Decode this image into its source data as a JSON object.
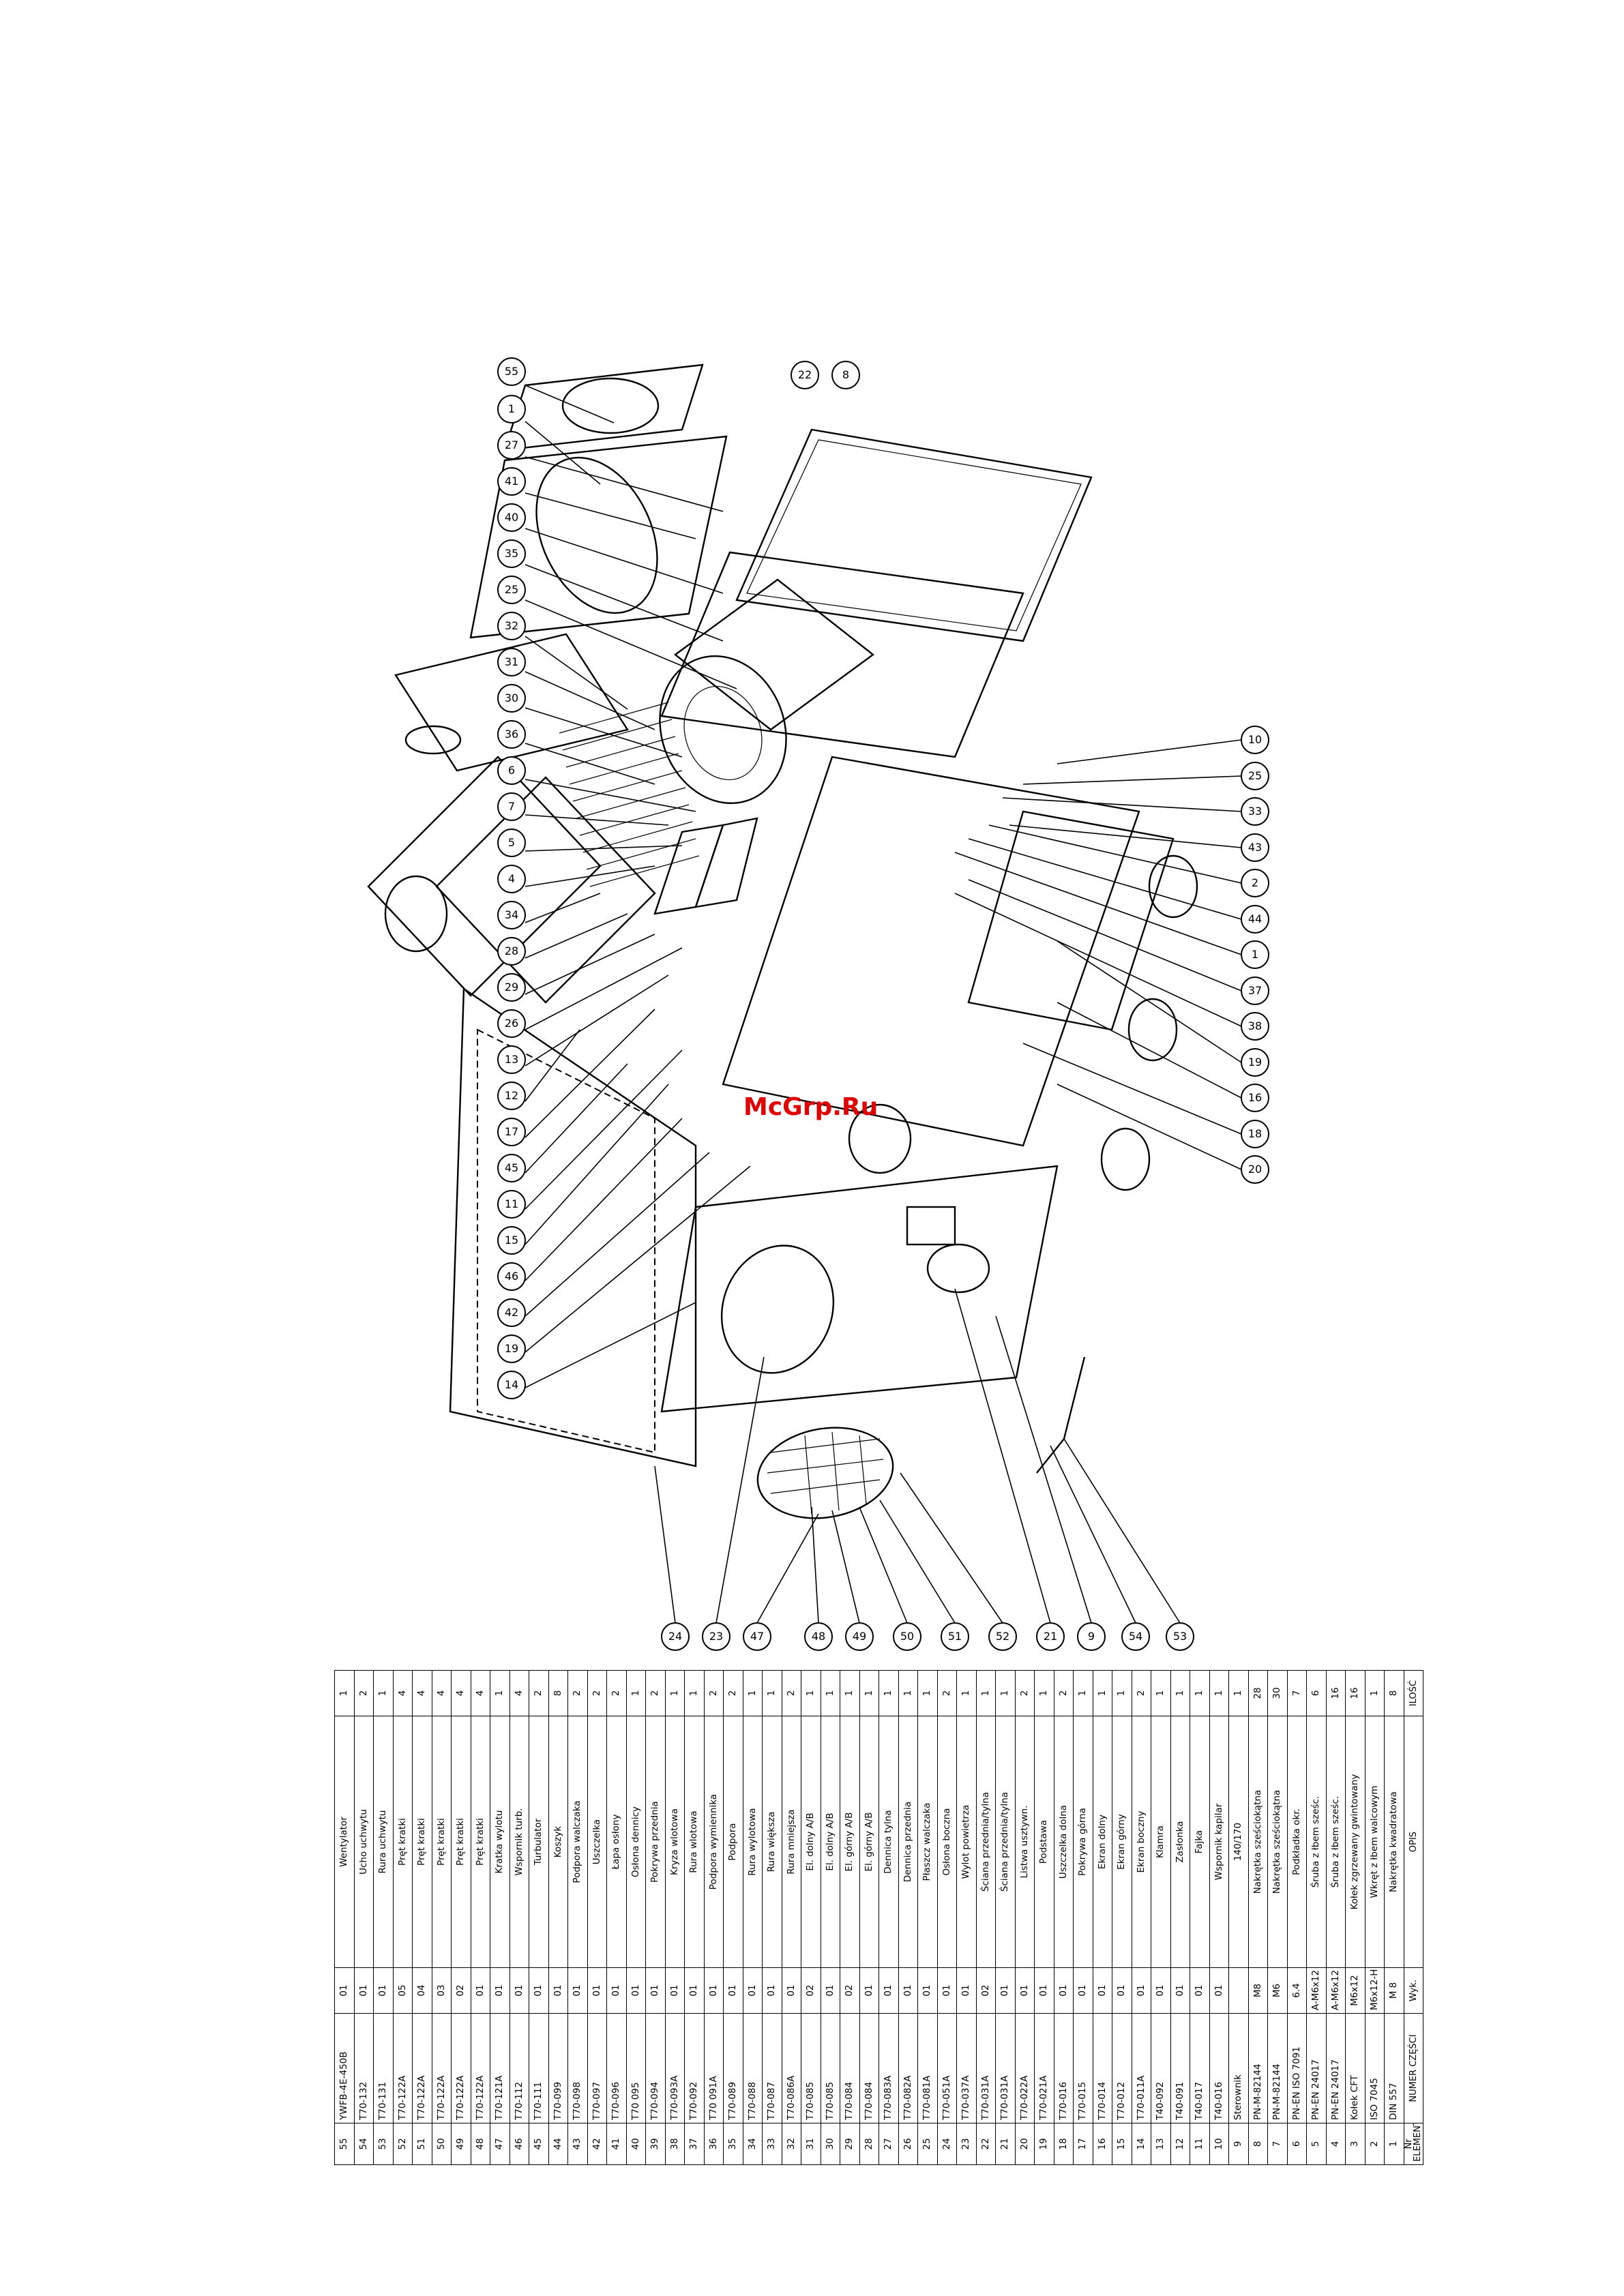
{
  "watermark": "McGrp.Ru",
  "callouts_left": [
    "55",
    "1",
    "27",
    "41",
    "40",
    "35",
    "25",
    "32",
    "31",
    "30",
    "36",
    "6",
    "7",
    "5",
    "4",
    "34",
    "28",
    "29",
    "26",
    "13",
    "12",
    "17",
    "45",
    "11",
    "15",
    "46",
    "42",
    "19",
    "14"
  ],
  "callouts_top_right": [
    "22",
    "8"
  ],
  "callouts_right": [
    "10",
    "25",
    "33",
    "43",
    "2",
    "44",
    "1",
    "37",
    "38",
    "19",
    "16",
    "18",
    "20"
  ],
  "callouts_bottom": [
    "24",
    "23",
    "47",
    "48",
    "49",
    "50",
    "51",
    "52",
    "21",
    "9",
    "54",
    "53"
  ],
  "table": {
    "headers": {
      "nr": "Nr ELEMENTU",
      "numer": "NUMER CZĘŚCI",
      "wyk": "Wyk.",
      "opis": "OPIS",
      "ilosc": "ILOŚĆ"
    },
    "rows": [
      {
        "nr": "55",
        "numer": "YWFB-4E-450B",
        "wyk": "01",
        "opis": "Wentylator",
        "ilosc": "1"
      },
      {
        "nr": "54",
        "numer": "T70-132",
        "wyk": "01",
        "opis": "Ucho uchwytu",
        "ilosc": "2"
      },
      {
        "nr": "53",
        "numer": "T70-131",
        "wyk": "01",
        "opis": "Rura uchwytu",
        "ilosc": "1"
      },
      {
        "nr": "52",
        "numer": "T70-122A",
        "wyk": "05",
        "opis": "Pręt kratki",
        "ilosc": "4"
      },
      {
        "nr": "51",
        "numer": "T70-122A",
        "wyk": "04",
        "opis": "Pręt kratki",
        "ilosc": "4"
      },
      {
        "nr": "50",
        "numer": "T70-122A",
        "wyk": "03",
        "opis": "Pręt kratki",
        "ilosc": "4"
      },
      {
        "nr": "49",
        "numer": "T70-122A",
        "wyk": "02",
        "opis": "Pręt kratki",
        "ilosc": "4"
      },
      {
        "nr": "48",
        "numer": "T70-122A",
        "wyk": "01",
        "opis": "Pręt kratki",
        "ilosc": "4"
      },
      {
        "nr": "47",
        "numer": "T70-121A",
        "wyk": "01",
        "opis": "Kratka wylotu",
        "ilosc": "1"
      },
      {
        "nr": "46",
        "numer": "T70-112",
        "wyk": "01",
        "opis": "Wspornik turb.",
        "ilosc": "4"
      },
      {
        "nr": "45",
        "numer": "T70-111",
        "wyk": "01",
        "opis": "Turbulator",
        "ilosc": "2"
      },
      {
        "nr": "44",
        "numer": "T70-099",
        "wyk": "01",
        "opis": "Koszyk",
        "ilosc": "8"
      },
      {
        "nr": "43",
        "numer": "T70-098",
        "wyk": "01",
        "opis": "Podpora walczaka",
        "ilosc": "2"
      },
      {
        "nr": "42",
        "numer": "T70-097",
        "wyk": "01",
        "opis": "Uszczelka",
        "ilosc": "2"
      },
      {
        "nr": "41",
        "numer": "T70-096",
        "wyk": "01",
        "opis": "Łapa osłony",
        "ilosc": "2"
      },
      {
        "nr": "40",
        "numer": "T70 095",
        "wyk": "01",
        "opis": "Osłona dennicy",
        "ilosc": "1"
      },
      {
        "nr": "39",
        "numer": "T70-094",
        "wyk": "01",
        "opis": "Pokrywa przednia",
        "ilosc": "2"
      },
      {
        "nr": "38",
        "numer": "T70-093A",
        "wyk": "01",
        "opis": "Kryza wlotowa",
        "ilosc": "1"
      },
      {
        "nr": "37",
        "numer": "T70-092",
        "wyk": "01",
        "opis": "Rura wlotowa",
        "ilosc": "1"
      },
      {
        "nr": "36",
        "numer": "T70 091A",
        "wyk": "01",
        "opis": "Podpora wymiennika",
        "ilosc": "2"
      },
      {
        "nr": "35",
        "numer": "T70-089",
        "wyk": "01",
        "opis": "Podpora",
        "ilosc": "2"
      },
      {
        "nr": "34",
        "numer": "T70-088",
        "wyk": "01",
        "opis": "Rura wylotowa",
        "ilosc": "1"
      },
      {
        "nr": "33",
        "numer": "T70-087",
        "wyk": "01",
        "opis": "Rura większa",
        "ilosc": "1"
      },
      {
        "nr": "32",
        "numer": "T70-086A",
        "wyk": "01",
        "opis": "Rura mniejsza",
        "ilosc": "2"
      },
      {
        "nr": "31",
        "numer": "T70-085",
        "wyk": "02",
        "opis": "El. dolny A/B",
        "ilosc": "1"
      },
      {
        "nr": "30",
        "numer": "T70-085",
        "wyk": "01",
        "opis": "El. dolny A/B",
        "ilosc": "1"
      },
      {
        "nr": "29",
        "numer": "T70-084",
        "wyk": "02",
        "opis": "El. górny A/B",
        "ilosc": "1"
      },
      {
        "nr": "28",
        "numer": "T70-084",
        "wyk": "01",
        "opis": "El. górny A/B",
        "ilosc": "1"
      },
      {
        "nr": "27",
        "numer": "T70-083A",
        "wyk": "01",
        "opis": "Dennica tylna",
        "ilosc": "1"
      },
      {
        "nr": "26",
        "numer": "T70-082A",
        "wyk": "01",
        "opis": "Dennica przednia",
        "ilosc": "1"
      },
      {
        "nr": "25",
        "numer": "T70-081A",
        "wyk": "01",
        "opis": "Płaszcz walczaka",
        "ilosc": "1"
      },
      {
        "nr": "24",
        "numer": "T70-051A",
        "wyk": "01",
        "opis": "Osłona boczna",
        "ilosc": "2"
      },
      {
        "nr": "23",
        "numer": "T70-037A",
        "wyk": "01",
        "opis": "Wylot powietrza",
        "ilosc": "1"
      },
      {
        "nr": "22",
        "numer": "T70-031A",
        "wyk": "02",
        "opis": "Ściana przednia/tylna",
        "ilosc": "1"
      },
      {
        "nr": "21",
        "numer": "T70-031A",
        "wyk": "01",
        "opis": "Ściana przednia/tylna",
        "ilosc": "1"
      },
      {
        "nr": "20",
        "numer": "T70-022A",
        "wyk": "01",
        "opis": "Listwa usztywn.",
        "ilosc": "2"
      },
      {
        "nr": "19",
        "numer": "T70-021A",
        "wyk": "01",
        "opis": "Podstawa",
        "ilosc": "1"
      },
      {
        "nr": "18",
        "numer": "T70-016",
        "wyk": "01",
        "opis": "Uszczelka dolna",
        "ilosc": "2"
      },
      {
        "nr": "17",
        "numer": "T70-015",
        "wyk": "01",
        "opis": "Pokrywa górna",
        "ilosc": "1"
      },
      {
        "nr": "16",
        "numer": "T70-014",
        "wyk": "01",
        "opis": "Ekran dolny",
        "ilosc": "1"
      },
      {
        "nr": "15",
        "numer": "T70-012",
        "wyk": "01",
        "opis": "Ekran górny",
        "ilosc": "1"
      },
      {
        "nr": "14",
        "numer": "T70-011A",
        "wyk": "01",
        "opis": "Ekran boczny",
        "ilosc": "2"
      },
      {
        "nr": "13",
        "numer": "T40-092",
        "wyk": "01",
        "opis": "Klamra",
        "ilosc": "1"
      },
      {
        "nr": "12",
        "numer": "T40-091",
        "wyk": "01",
        "opis": "Zasłonka",
        "ilosc": "1"
      },
      {
        "nr": "11",
        "numer": "T40-017",
        "wyk": "01",
        "opis": "Fajka",
        "ilosc": "1"
      },
      {
        "nr": "10",
        "numer": "T40-016",
        "wyk": "01",
        "opis": "Wspornik kapilar",
        "ilosc": "1"
      },
      {
        "nr": "9",
        "numer": "Sterownik",
        "wyk": "",
        "opis": "140/170",
        "ilosc": "1"
      },
      {
        "nr": "8",
        "numer": "PN-M-82144",
        "wyk": "M8",
        "opis": "Nakrętka sześciokątna",
        "ilosc": "28"
      },
      {
        "nr": "7",
        "numer": "PN-M-82144",
        "wyk": "M6",
        "opis": "Nakrętka sześciokątna",
        "ilosc": "30"
      },
      {
        "nr": "6",
        "numer": "PN-EN ISO 7091",
        "wyk": "6.4",
        "opis": "Podkładka okr.",
        "ilosc": "7"
      },
      {
        "nr": "5",
        "numer": "PN-EN 24017",
        "wyk": "A-M6x12",
        "opis": "Śruba z łbem sześc.",
        "ilosc": "6"
      },
      {
        "nr": "4",
        "numer": "PN-EN 24017",
        "wyk": "A-M6x12",
        "opis": "Śruba z łbem sześc.",
        "ilosc": "16"
      },
      {
        "nr": "3",
        "numer": "Kołek CFT",
        "wyk": "M6x12",
        "opis": "Kołek zgrzewany gwintowany",
        "ilosc": "16"
      },
      {
        "nr": "2",
        "numer": "ISO 7045",
        "wyk": "M6x12-H",
        "opis": "Wkręt z łbem walcowym",
        "ilosc": "1"
      },
      {
        "nr": "1",
        "numer": "DIN 557",
        "wyk": "M 8",
        "opis": "Nakrętka kwadratowa",
        "ilosc": "8"
      }
    ]
  }
}
